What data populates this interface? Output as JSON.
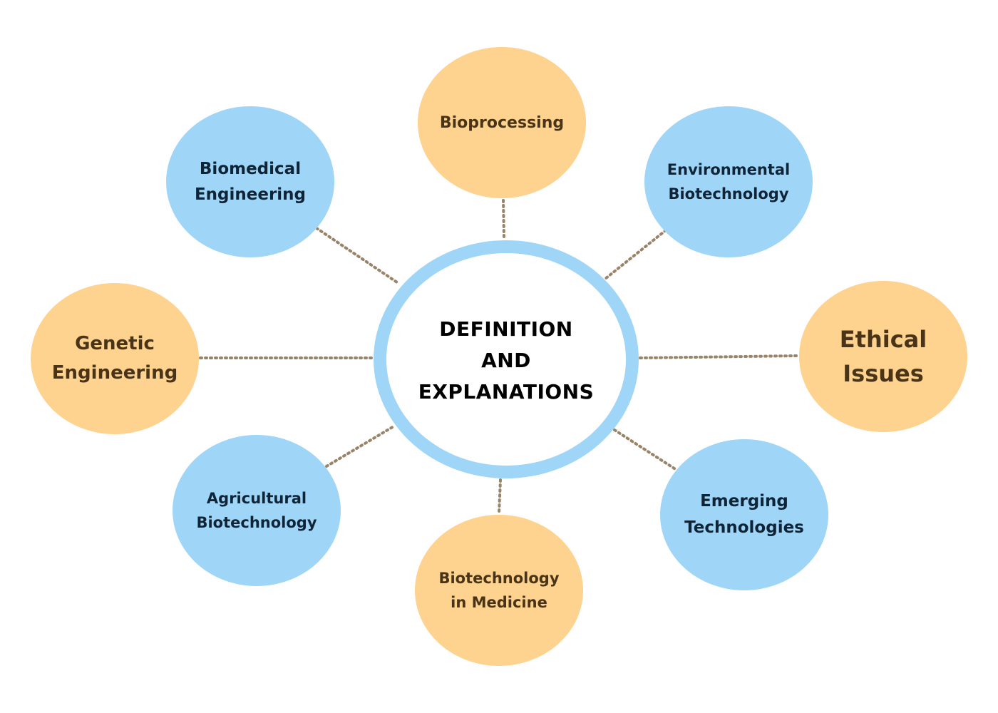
{
  "diagram": {
    "center": {
      "label": "DEFINITION\nAND\nEXPLANATIONS"
    },
    "nodes": [
      {
        "id": "bioprocessing",
        "label": "Bioprocessing",
        "color": "orange"
      },
      {
        "id": "biomedical",
        "label": "Biomedical\nEngineering",
        "color": "blue"
      },
      {
        "id": "environmental",
        "label": "Environmental\nBiotechnology",
        "color": "blue"
      },
      {
        "id": "genetic",
        "label": "Genetic\nEngineering",
        "color": "orange"
      },
      {
        "id": "ethical",
        "label": "Ethical\nIssues",
        "color": "orange"
      },
      {
        "id": "agricultural",
        "label": "Agricultural\nBiotechnology",
        "color": "blue"
      },
      {
        "id": "medicine",
        "label": "Biotechnology\nin Medicine",
        "color": "orange"
      },
      {
        "id": "emerging",
        "label": "Emerging\nTechnologies",
        "color": "blue"
      }
    ],
    "colors": {
      "orange": "#fed28f",
      "blue": "#9fd6f7",
      "connector": "#9a8469",
      "center_ring": "#9fd6f7"
    }
  }
}
